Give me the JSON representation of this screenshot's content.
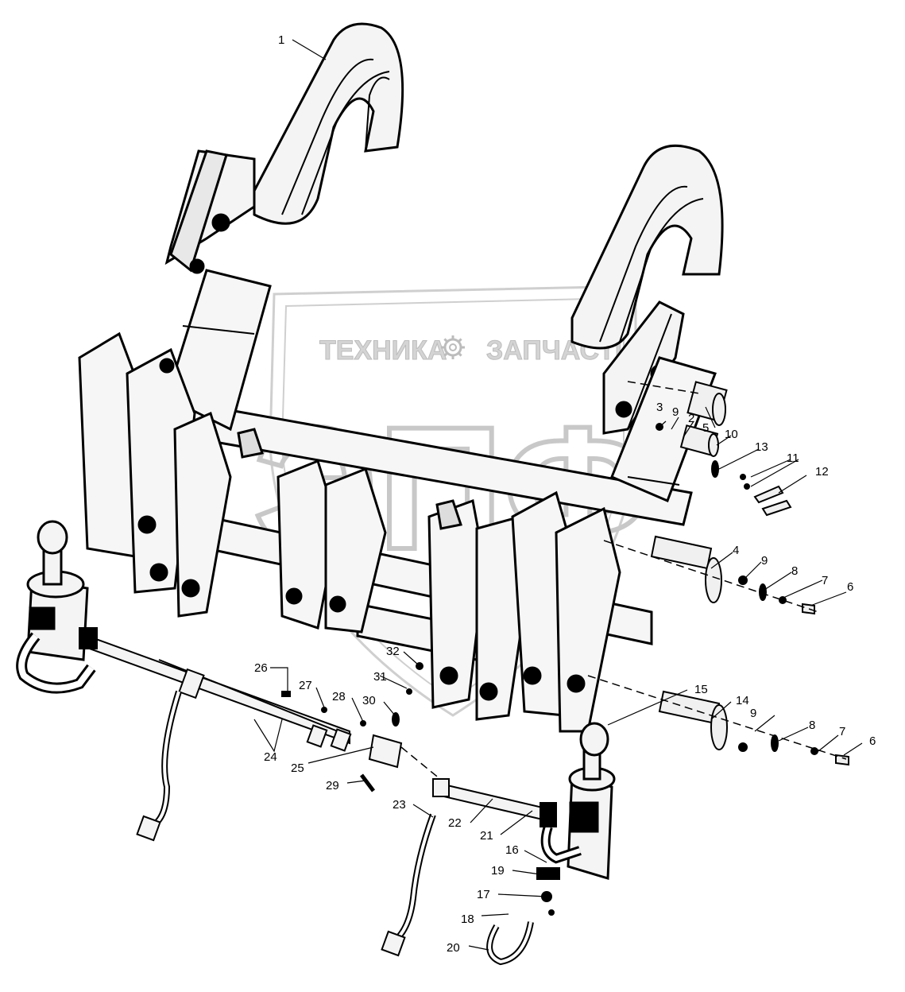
{
  "watermark": {
    "brand_left": "ТЕХНИКА",
    "brand_right": "ЗАПЧАСТИ",
    "logo_letters": "ЭПФ",
    "icon": "gear-icon",
    "color": "#c8c8c8"
  },
  "diagram": {
    "line_color": "#000000",
    "fill_color": "#f2f2f2",
    "labels": [
      "1",
      "2",
      "3",
      "4",
      "5",
      "6",
      "6",
      "7",
      "7",
      "8",
      "8",
      "9",
      "9",
      "9",
      "9",
      "10",
      "11",
      "12",
      "13",
      "14",
      "15",
      "16",
      "17",
      "18",
      "19",
      "20",
      "21",
      "22",
      "23",
      "24",
      "25",
      "26",
      "27",
      "28",
      "29",
      "30",
      "31",
      "32"
    ]
  }
}
